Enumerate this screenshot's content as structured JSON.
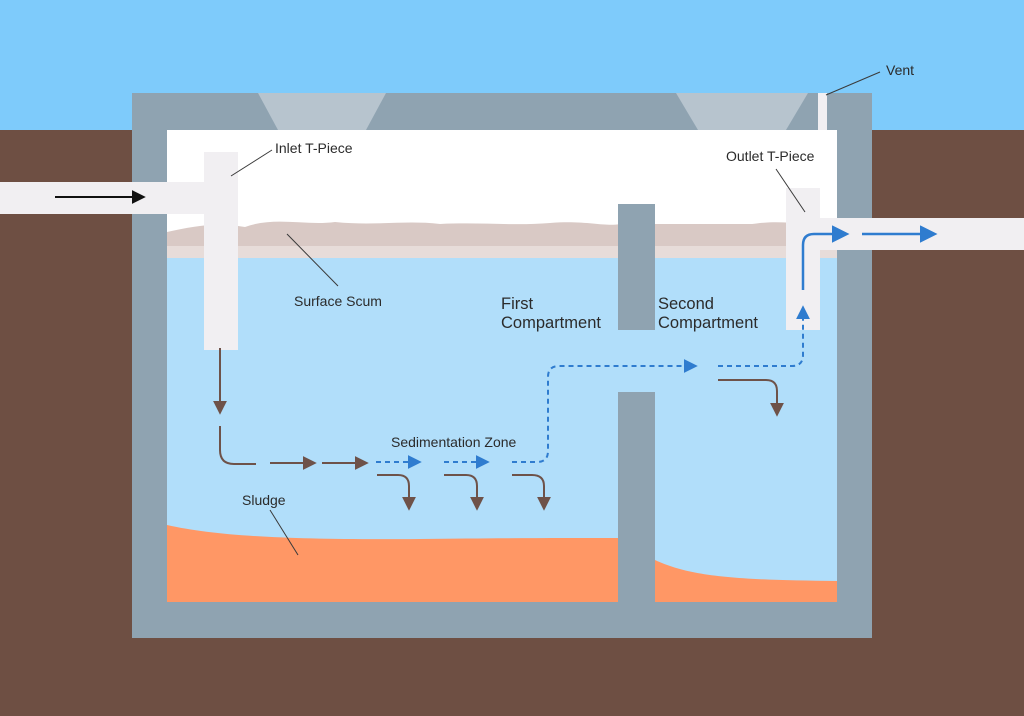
{
  "labels": {
    "vent": "Vent",
    "inlet_tpiece": "Inlet T-Piece",
    "outlet_tpiece": "Outlet T-Piece",
    "surface_scum": "Surface Scum",
    "first_compartment": [
      "First",
      "Compartment"
    ],
    "second_compartment": [
      "Second",
      "Compartment"
    ],
    "sedimentation_zone": "Sedimentation Zone",
    "sludge": "Sludge"
  },
  "colors": {
    "sky": "#7ecbfb",
    "ground": "#6e4f43",
    "tank_wall": "#8fa3b1",
    "air_space": "#ffffff",
    "water": "#b1defa",
    "scum": "#d8c8c4",
    "sludge": "#ff9765",
    "pipe": "#f1eff2",
    "flow_solid": "#6e5249",
    "flow_clarified": "#2f7ccf",
    "inlet_arrow": "#111111"
  }
}
